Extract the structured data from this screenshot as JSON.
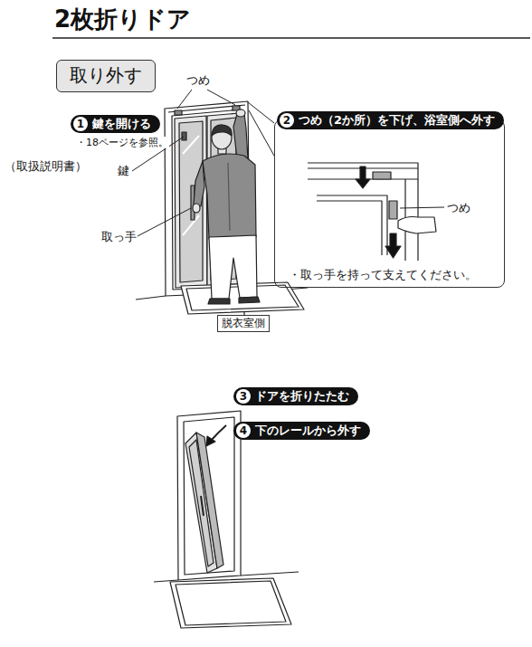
{
  "diagram": {
    "title": "2枚折りドア",
    "nodes": [
      {
        "text": [
          "取り外す"
        ]
      },
      {
        "text": [
          "1",
          "鍵を開ける"
        ]
      },
      {
        "text": [
          "2",
          "つめ（2か所）を下げ、浴室側へ外す"
        ]
      },
      {
        "text": [
          "つめ",
          "・取っ手を持って支えてください。"
        ]
      },
      {
        "text": [
          "脱衣室側"
        ]
      },
      {
        "text": [
          "3",
          "ドアを折りたたむ"
        ]
      },
      {
        "text": [
          "4",
          "下のレールから外す"
        ]
      }
    ],
    "labels": [
      "つめ",
      "・18ページを参照。",
      "（取扱説明書）",
      "鍵",
      "取っ手"
    ]
  }
}
